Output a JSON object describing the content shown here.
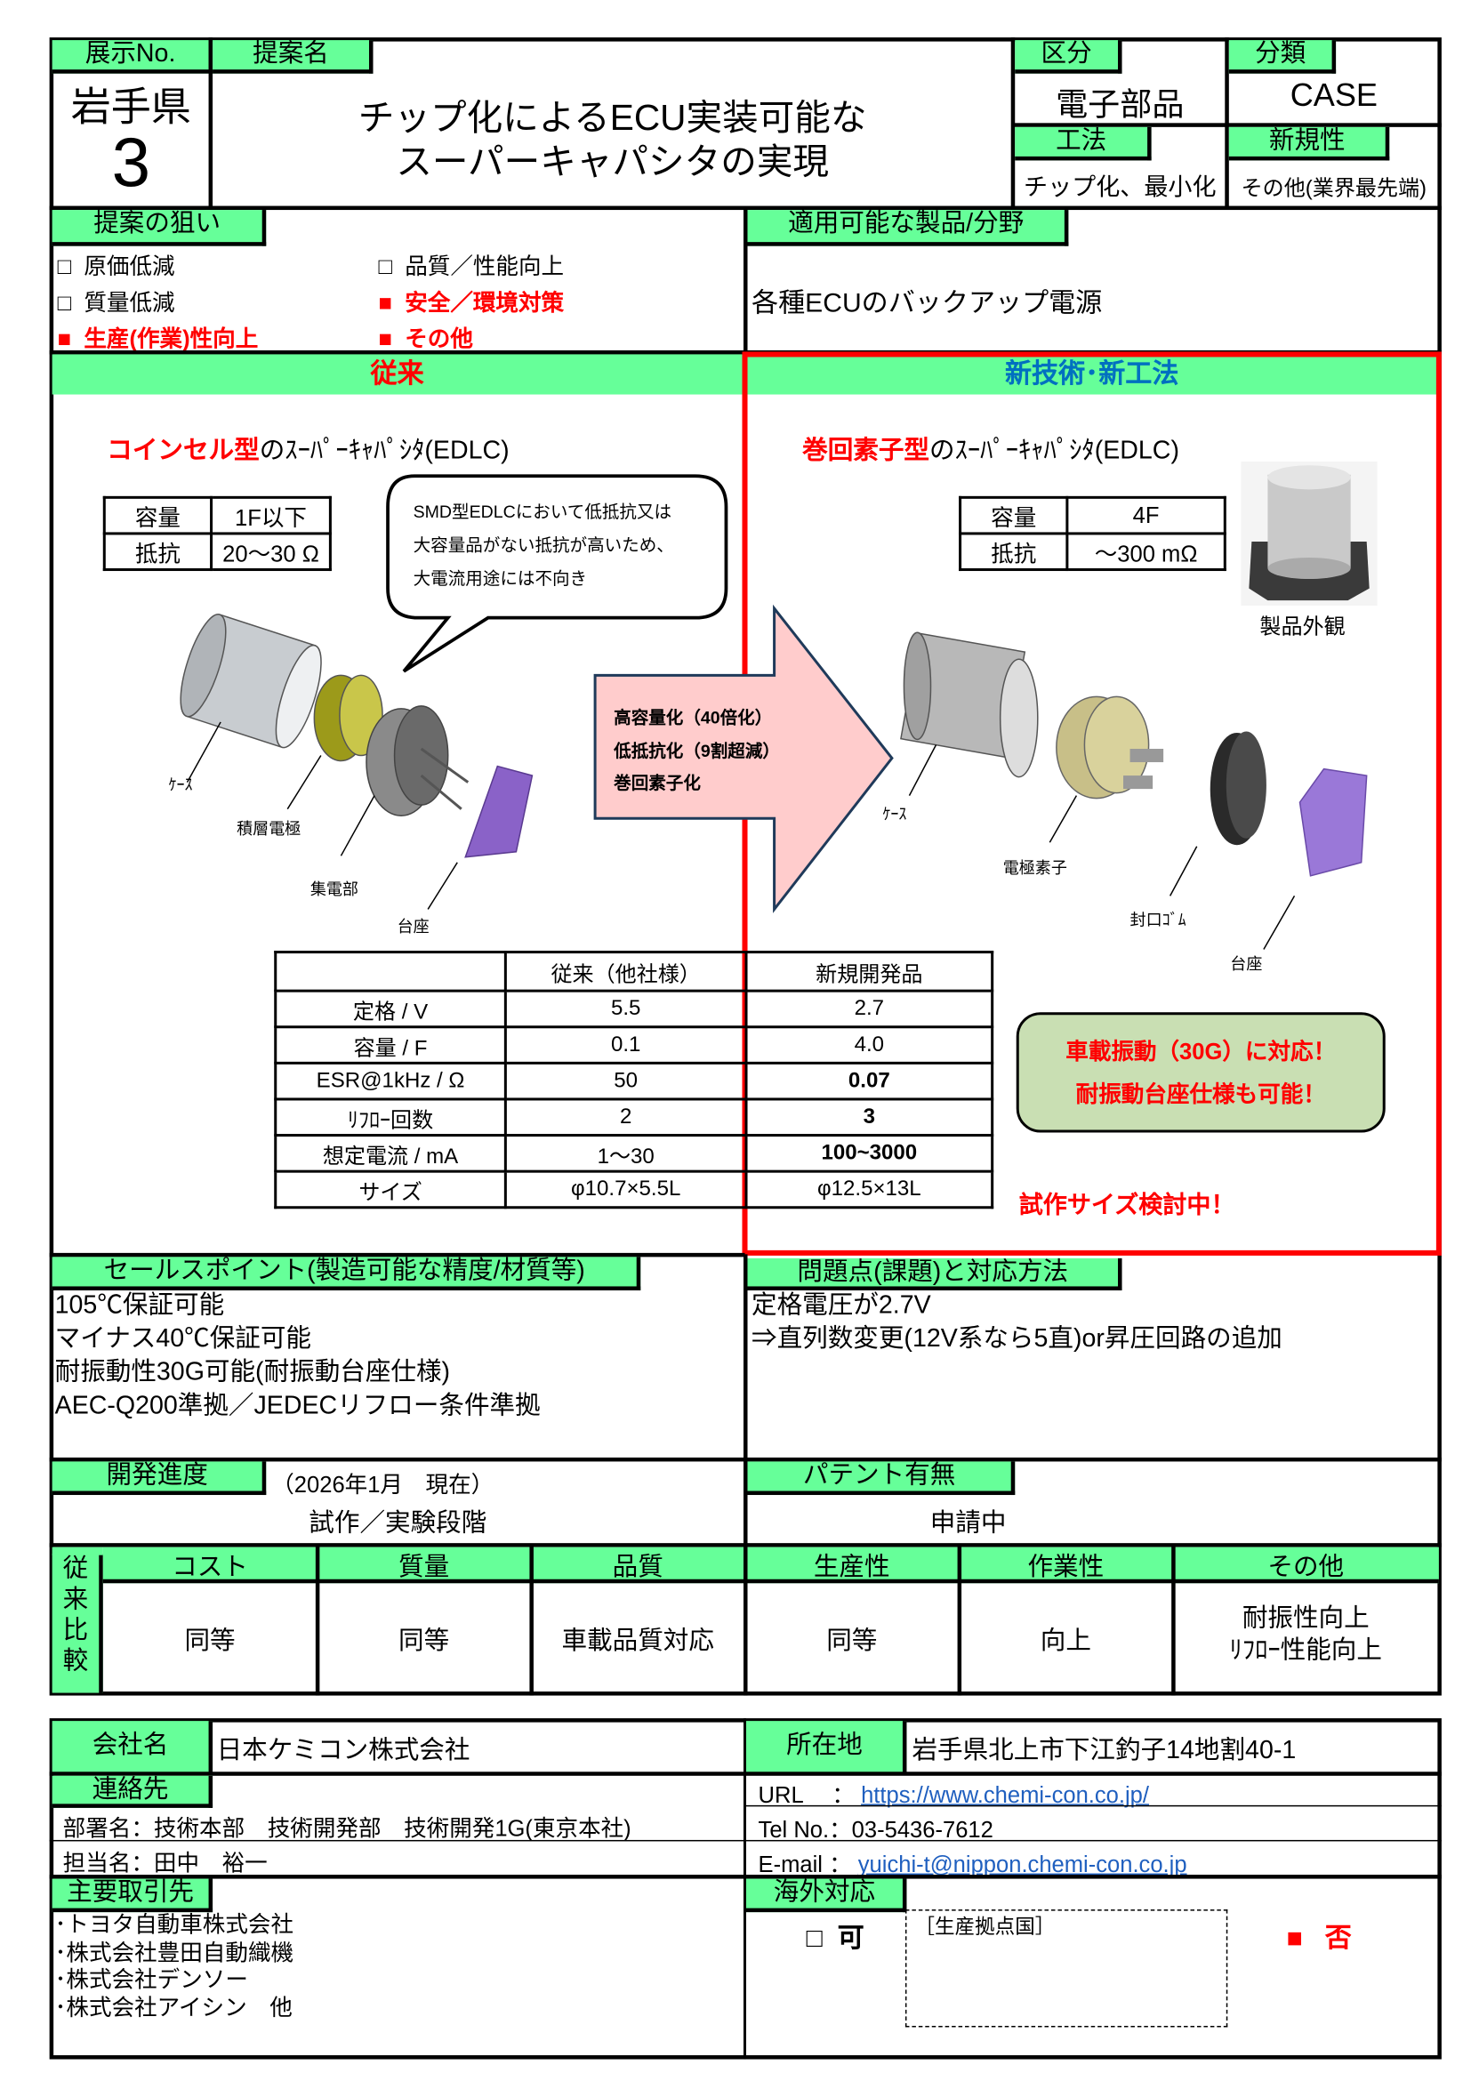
{
  "header": {
    "exhibit_no_label": "展示No.",
    "prefecture": "岩手県",
    "exhibit_no": "3",
    "proposal_label": "提案名",
    "title_line1": "チップ化によるECU実装可能な",
    "title_line2": "スーパーキャパシタの実現",
    "category_label": "区分",
    "category": "電子部品",
    "classification_label": "分類",
    "classification": "CASE",
    "method_label": "工法",
    "method": "チップ化、最小化",
    "novelty_label": "新規性",
    "novelty": "その他(業界最先端)"
  },
  "aims": {
    "label": "提案の狙い",
    "items": [
      {
        "label": "原価低減",
        "checked": false,
        "mark": "□"
      },
      {
        "label": "質量低減",
        "checked": false,
        "mark": "□"
      },
      {
        "label": "生産(作業)性向上",
        "checked": true,
        "mark": "■"
      },
      {
        "label": "品質／性能向上",
        "checked": false,
        "mark": "□"
      },
      {
        "label": "安全／環境対策",
        "checked": true,
        "mark": "■"
      },
      {
        "label": "その他",
        "checked": true,
        "mark": "■"
      }
    ]
  },
  "applicable": {
    "label": "適用可能な製品/分野",
    "text": "各種ECUのバックアップ電源"
  },
  "conventional": {
    "header": "従来",
    "type_red": "コインセル型",
    "type_rest": "のｽｰﾊﾟｰｷｬﾊﾟｼﾀ(EDLC)",
    "spec": [
      {
        "label": "容量",
        "value": "1F以下"
      },
      {
        "label": "抵抗",
        "value": "20～30 Ω"
      }
    ],
    "bubble": [
      "SMD型EDLCにおいて低抵抗又は",
      "大容量品がない抵抗が高いため、",
      "大電流用途には不向き"
    ],
    "parts": [
      "ｹｰｽ",
      "積層電極",
      "集電部",
      "台座"
    ]
  },
  "arrow": {
    "lines": [
      "高容量化（40倍化）",
      "低抵抗化（9割超減）",
      "巻回素子化"
    ],
    "color": "#ffcccc"
  },
  "new_tech": {
    "header": "新技術･新工法",
    "type_red": "巻回素子型",
    "type_rest": "のｽｰﾊﾟｰｷｬﾊﾟｼﾀ(EDLC)",
    "spec": [
      {
        "label": "容量",
        "value": "4F"
      },
      {
        "label": "抵抗",
        "value": "～300 mΩ"
      }
    ],
    "photo_caption": "製品外観",
    "parts": [
      "ｹｰｽ",
      "電極素子",
      "封口ｺﾞﾑ",
      "台座"
    ],
    "callout": [
      "車載振動（30G）に対応！",
      "耐振動台座仕様も可能！"
    ],
    "note": "試作サイズ検討中！"
  },
  "comparison": {
    "headers": [
      "",
      "従来（他社様）",
      "新規開発品"
    ],
    "rows": [
      [
        "定格 / V",
        "5.5",
        "2.7"
      ],
      [
        "容量 / F",
        "0.1",
        "4.0"
      ],
      [
        "ESR@1kHz / Ω",
        "50",
        "0.07"
      ],
      [
        "ﾘﾌﾛｰ回数",
        "2",
        "3"
      ],
      [
        "想定電流 / mA",
        "1～30",
        "100~3000"
      ],
      [
        "サイズ",
        "φ10.7×5.5L",
        "φ12.5×13L"
      ]
    ]
  },
  "sales": {
    "label": "セールスポイント(製造可能な精度/材質等)",
    "lines": [
      "105℃保証可能",
      "マイナス40℃保証可能",
      "耐振動性30G可能(耐振動台座仕様)",
      "AEC-Q200準拠／JEDECリフロー条件準拠"
    ]
  },
  "issues": {
    "label": "問題点(課題)と対応方法",
    "lines": [
      "定格電圧が2.7V",
      "⇒直列数変更(12V系なら5直)or昇圧回路の追加"
    ]
  },
  "progress": {
    "label": "開発進度",
    "date": "（2026年1月　現在）",
    "status": "試作／実験段階"
  },
  "patent": {
    "label": "パテント有無",
    "status": "申請中"
  },
  "compare_conventional": {
    "side_label": [
      "従",
      "来",
      "比",
      "較"
    ],
    "columns": [
      {
        "label": "コスト",
        "value": [
          "同等"
        ]
      },
      {
        "label": "質量",
        "value": [
          "同等"
        ]
      },
      {
        "label": "品質",
        "value": [
          "車載品質対応"
        ]
      },
      {
        "label": "生産性",
        "value": [
          "同等"
        ]
      },
      {
        "label": "作業性",
        "value": [
          "向上"
        ]
      },
      {
        "label": "その他",
        "value": [
          "耐振性向上",
          "ﾘﾌﾛｰ性能向上"
        ]
      }
    ]
  },
  "company": {
    "name_label": "会社名",
    "name": "日本ケミコン株式会社",
    "address_label": "所在地",
    "address": "岩手県北上市下江釣子14地割40-1",
    "contact_label": "連絡先",
    "department": "部署名：技術本部　技術開発部　技術開発1G(東京本社)",
    "person": "担当名：田中　裕一",
    "url_label": "URL　 ：",
    "url": "https://www.chemi-con.co.jp/",
    "tel": "Tel No.：03-5436-7612",
    "email_label": "E-mail ：",
    "email": "yuichi-t@nippon.chemi-con.co.jp",
    "customers_label": "主要取引先",
    "customers": [
      "･トヨタ自動車株式会社",
      "･株式会社豊田自動織機",
      "･株式会社デンソー",
      "･株式会社アイシン　他"
    ],
    "overseas_label": "海外対応",
    "overseas_yes_mark": "□",
    "overseas_yes": "可",
    "overseas_box": "［生産拠点国］",
    "overseas_no_mark": "■",
    "overseas_no": "否"
  }
}
